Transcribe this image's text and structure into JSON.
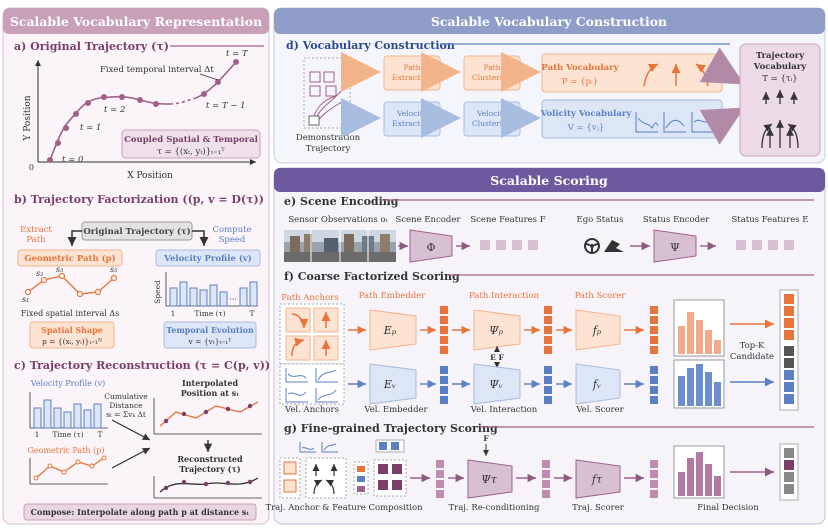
{
  "left": {
    "header": "Scalable Vocabulary Representation",
    "a": {
      "title": "a) Original Trajectory (τ)",
      "t_eq_T": "t = T",
      "fixed_interval": "Fixed temporal interval Δt",
      "t_eq_2": "t = 2",
      "t_eq_T1": "t = T − 1",
      "t_eq_1": "t = 1",
      "t_eq_0": "t = 0",
      "origin": "0",
      "y_label": "Y Position",
      "x_label": "X Position",
      "coupled_title": "Coupled Spatial & Temporal",
      "coupled_formula": "τ = {(xₜ, yₜ)}ₜ₌₁ᵀ"
    },
    "b": {
      "title": "b) Trajectory Factorization ((p, v = D(τ))",
      "extract": "Extract",
      "path_word": "Path",
      "orig_traj": "Original Trajectory (τ)",
      "compute": "Compute",
      "speed_word": "Speed",
      "geo_path": "Geometric Path (p)",
      "vel_profile": "Velocity Profile (v)",
      "s1": "s₁",
      "s2": "s₂",
      "s3": "s₃",
      "s5": "s₅",
      "fixed_spatial": "Fixed spatial interval Δs",
      "speed_axis": "Speed",
      "time_axis": "Time (τ)",
      "tick_1": "1",
      "tick_T": "T",
      "spatial_shape": "Spatial Shape",
      "spatial_formula": "p = {(xᵢ, yᵢ)}ᵢ₌₁ᴺ",
      "temporal_evo": "Temporal Evolution",
      "temporal_formula": "v = {vₜ}ₜ₌₁ᵀ"
    },
    "c": {
      "title": "c) Trajectory Reconstruction (τ = C(p, v))",
      "vel_profile": "Velocity Profile (v)",
      "time_axis": "Time (τ)",
      "tick_1": "1",
      "tick_T": "T",
      "cum_1": "Cumulative",
      "cum_2": "Distance",
      "cum_3": "sₜ = Σvₖ Δt",
      "interp_1": "Interpolated",
      "interp_2": "Position at sₜ",
      "geo_path": "Geometric Path (p)",
      "recon_1": "Reconstructed",
      "recon_2": "Trajectory (τ)",
      "compose": "Compose: Interpolate along path p at distance sₜ"
    }
  },
  "right": {
    "header": "Scalable Vocabulary Construction",
    "d": {
      "title": "d) Vocabulary Construction",
      "demo_1": "Demonstration",
      "demo_2": "Trajectory",
      "path_extraction": [
        "Path",
        "Extraction"
      ],
      "path_clustering": [
        "Path",
        "Clustering"
      ],
      "path_vocab": "Path Vocabulary",
      "path_vocab_formula": "P = {pᵢ}",
      "vel_extraction": [
        "Velocity",
        "Extraction"
      ],
      "vel_clustering": [
        "Velocity",
        "Clustering"
      ],
      "vel_vocab": "Volicity Vocabulary",
      "vel_vocab_formula": "V = {vⱼ}",
      "traj_vocab_1": "Trajectory",
      "traj_vocab_2": "Vocabulary",
      "traj_vocab_formula": "T = {τᵢ}"
    },
    "scoring_header": "Scalable Scoring",
    "e": {
      "title": "e) Scene Encoding",
      "sensor_obs": "Sensor Observations oₜ",
      "scene_encoder": "Scene Encoder",
      "scene_features": "Scene Features F",
      "ego_status": "Ego Status",
      "status_encoder": "Status Encoder",
      "status_features": "Status Features E",
      "phi": "Φ",
      "psi": "Ψ"
    },
    "f": {
      "title": "f) Coarse Factorized Scoring",
      "path_anchors": "Path Anchors",
      "path_embedder": "Path Embedder",
      "path_interaction": "Path Interaction",
      "path_scorer": "Path Scorer",
      "ep": "Eₚ",
      "psip": "Ψₚ",
      "fp": "fₚ",
      "ef": "E F",
      "ev": "Eᵥ",
      "psiv": "Ψᵥ",
      "fv": "fᵥ",
      "topk_1": "Top-K",
      "topk_2": "Candidate",
      "vel_anchors": "Vel. Anchors",
      "vel_embedder": "Vel. Embedder",
      "vel_interaction": "Vel. Interaction",
      "vel_scorer": "Vel. Scorer"
    },
    "g": {
      "title": "g) Fine-grained Trajectory Scoring",
      "f_label": "F",
      "psit": "Ψτ",
      "ft": "fτ",
      "traj_anchor_comp": "Traj. Anchor & Feature Composition",
      "reconditioning": "Traj. Re-conditioning",
      "traj_scorer": "Traj. Scorer",
      "final_decision": "Final Decision"
    }
  },
  "colors": {
    "left_header": "#c9a0b8",
    "right_header": "#8f9dc8",
    "scoring_header": "#6d5a9e",
    "purple": "#8b5a7e",
    "orange": "#e8743b",
    "blue": "#5b7fc4",
    "section_line": "#a0608a"
  }
}
